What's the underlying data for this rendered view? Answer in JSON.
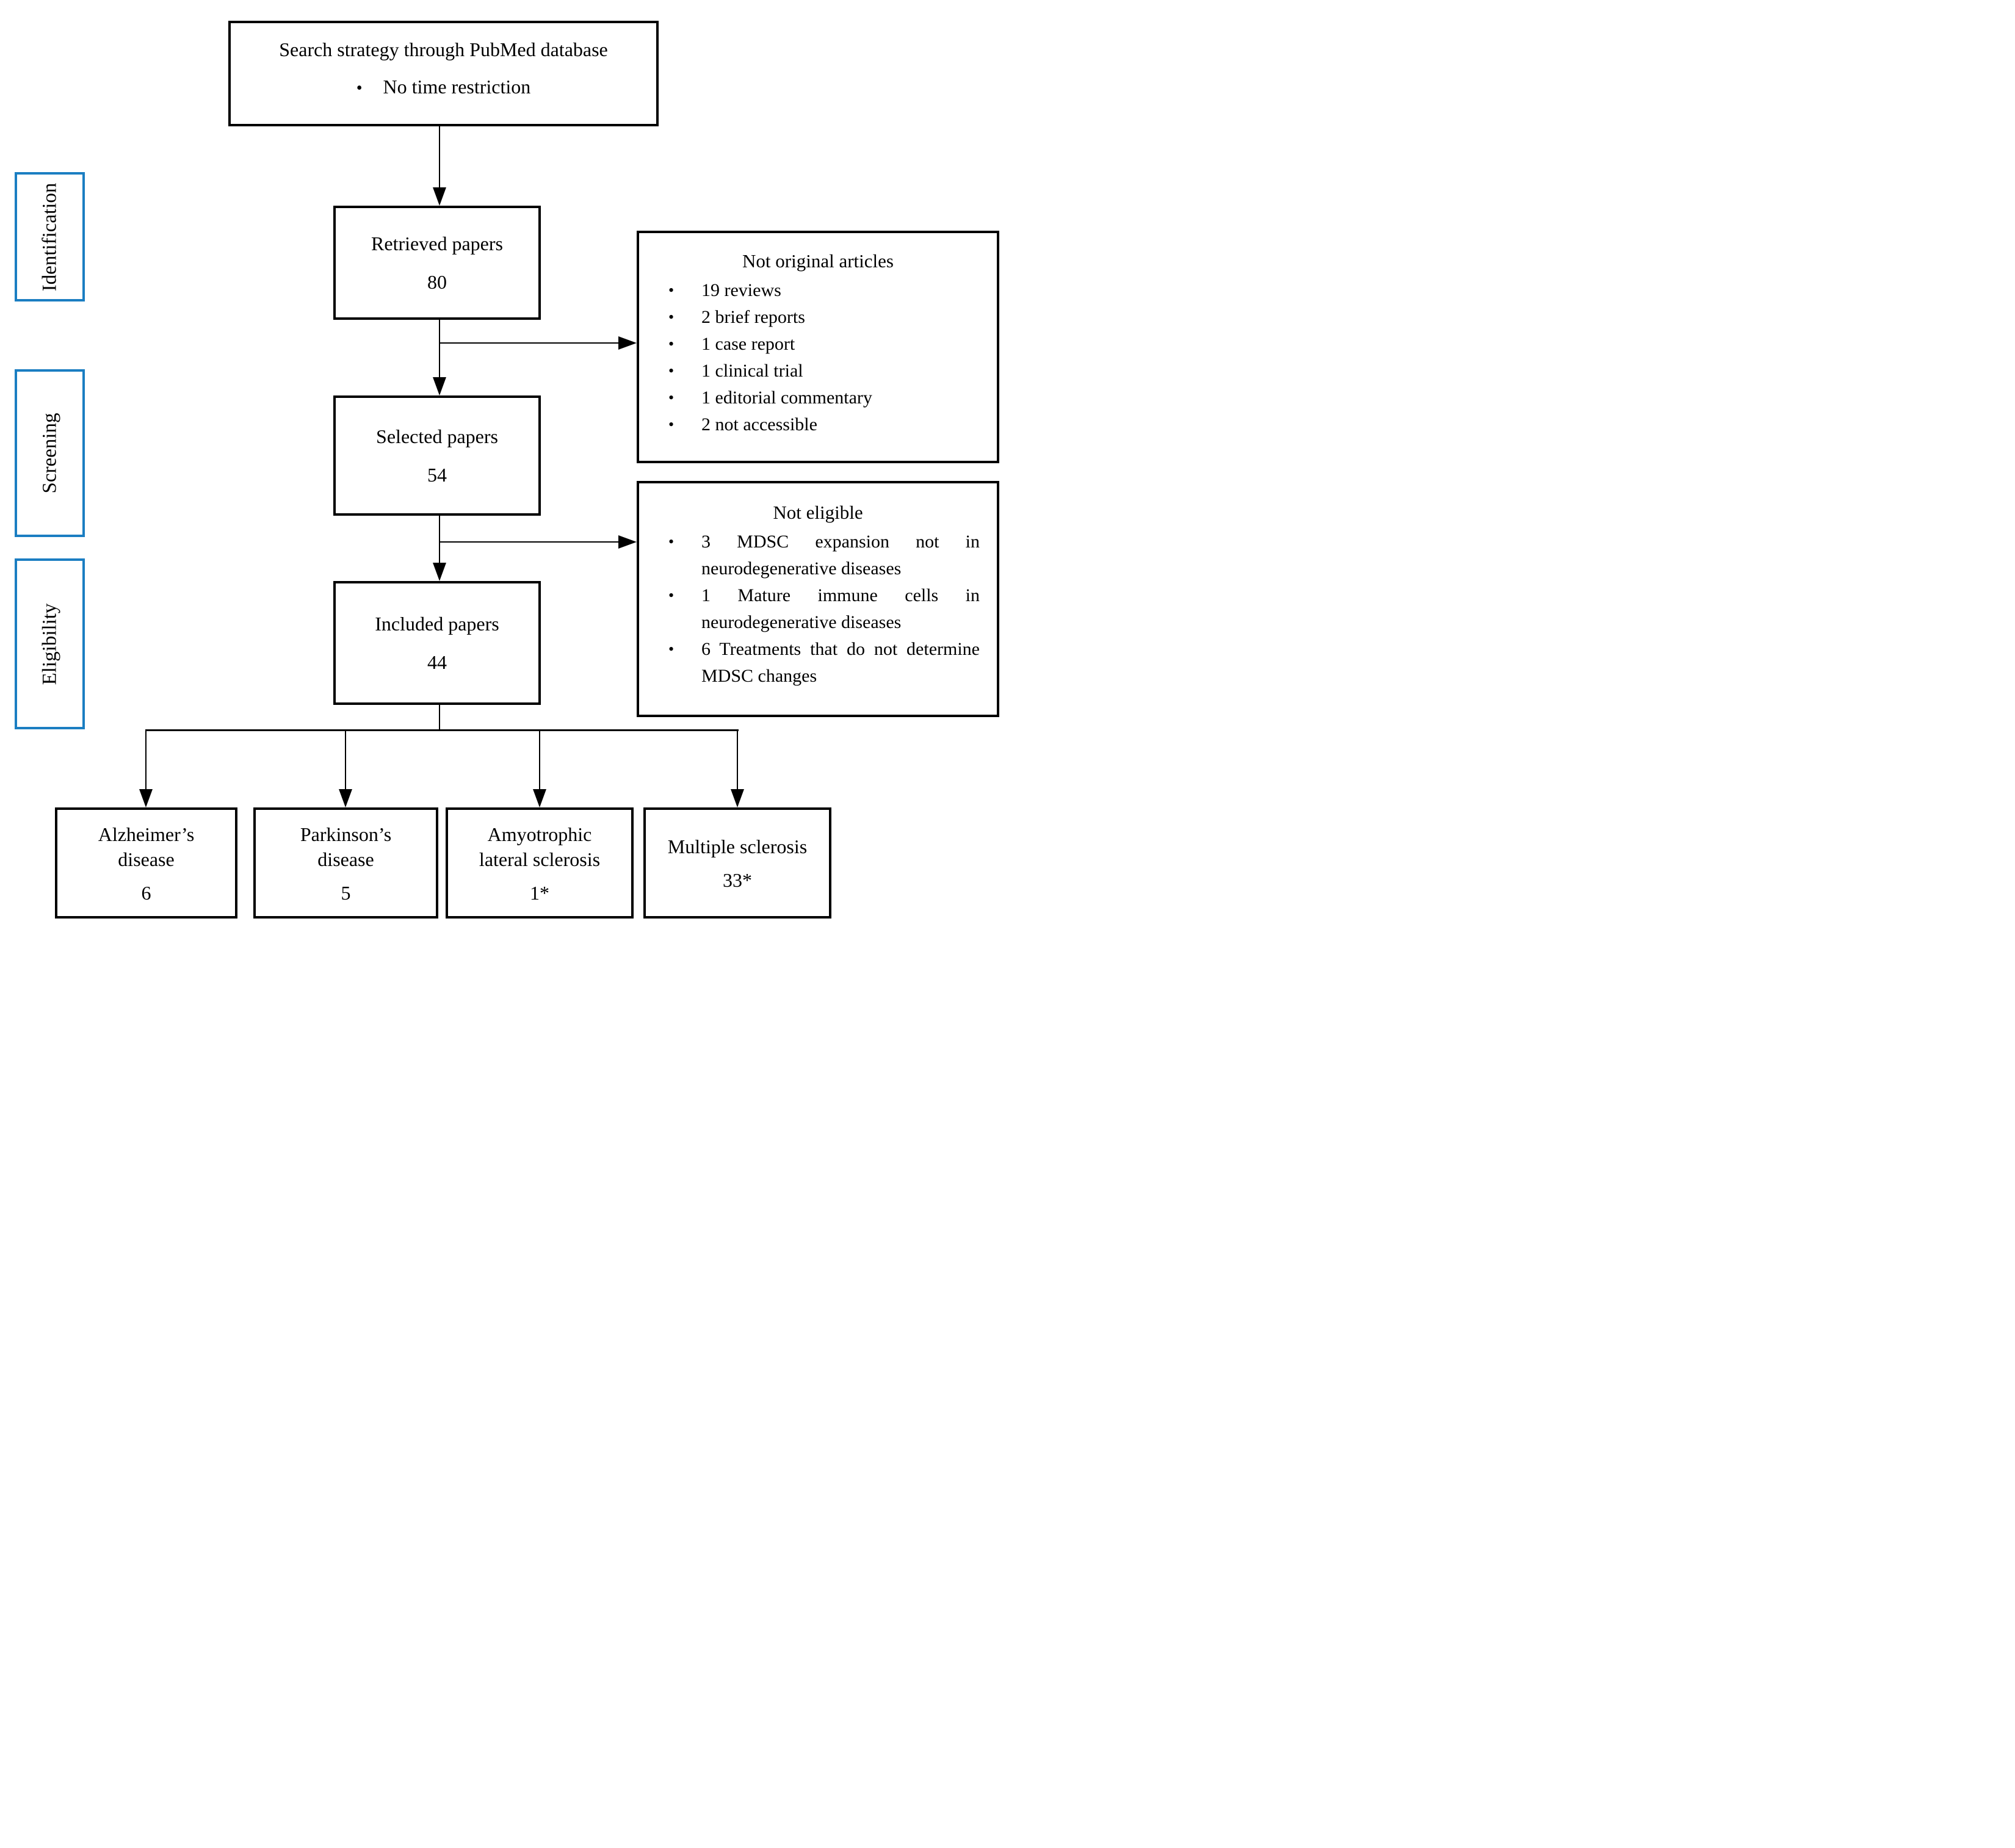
{
  "glyphs": {
    "bullet": "•"
  },
  "colors": {
    "stage_border": "#1b7ec2",
    "line": "#000000",
    "box_border": "#000000"
  },
  "top_box": {
    "title": "Search strategy through PubMed database",
    "bullet_item": "No time restriction"
  },
  "stages": [
    {
      "label": "Identification"
    },
    {
      "label": "Screening"
    },
    {
      "label": "Eligibility"
    }
  ],
  "flow": [
    {
      "label": "Retrieved papers",
      "count": "80"
    },
    {
      "label": "Selected papers",
      "count": "54"
    },
    {
      "label": "Included papers",
      "count": "44"
    }
  ],
  "exclusions": [
    {
      "title": "Not original articles",
      "items": [
        "19 reviews",
        "2 brief reports",
        "1 case report",
        "1 clinical trial",
        "1 editorial commentary",
        "2 not accessible"
      ]
    },
    {
      "title": "Not eligible",
      "items": [
        "3 MDSC expansion not in neurodegenerative diseases",
        "1 Mature immune cells in neurodegenerative diseases",
        "6 Treatments that do not determine MDSC changes"
      ]
    }
  ],
  "outcomes": [
    {
      "label": "Alzheimer’s disease",
      "count": "6"
    },
    {
      "label": "Parkinson’s disease",
      "count": "5"
    },
    {
      "label": "Amyotrophic lateral sclerosis",
      "count": "1*"
    },
    {
      "label": "Multiple sclerosis",
      "count": "33*"
    }
  ]
}
